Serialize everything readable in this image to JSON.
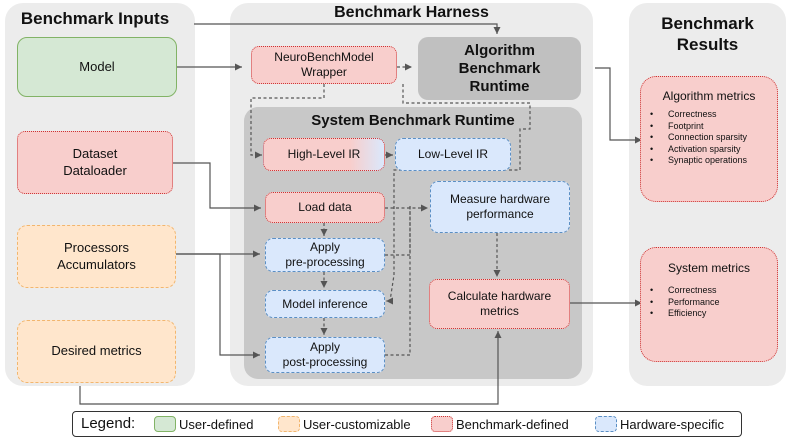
{
  "panels": {
    "inputs_title": "Benchmark Inputs",
    "harness_title": "Benchmark Harness",
    "results_title_line1": "Benchmark",
    "results_title_line2": "Results",
    "system_runtime_title": "System Benchmark Runtime"
  },
  "inputs": {
    "model": "Model",
    "dataset_line1": "Dataset",
    "dataset_line2": "Dataloader",
    "processors_line1": "Processors",
    "processors_line2": "Accumulators",
    "desired_metrics": "Desired metrics"
  },
  "harness": {
    "wrapper_line1": "NeuroBenchModel",
    "wrapper_line2": "Wrapper",
    "algo_runtime_line1": "Algorithm",
    "algo_runtime_line2": "Benchmark",
    "algo_runtime_line3": "Runtime",
    "high_level_ir": "High-Level IR",
    "low_level_ir": "Low-Level IR",
    "load_data": "Load data",
    "preproc_line1": "Apply",
    "preproc_line2": "pre-processing",
    "model_inference": "Model inference",
    "postproc_line1": "Apply",
    "postproc_line2": "post-processing",
    "measure_line1": "Measure hardware",
    "measure_line2": "performance",
    "calc_line1": "Calculate hardware",
    "calc_line2": "metrics"
  },
  "results": {
    "algorithm_metrics_title": "Algorithm metrics",
    "algorithm_metrics": [
      "Correctness",
      "Footprint",
      "Connection sparsity",
      "Activation sparsity",
      "Synaptic operations"
    ],
    "system_metrics_title": "System metrics",
    "system_metrics": [
      "Correctness",
      "Performance",
      "Efficiency"
    ]
  },
  "legend": {
    "label": "Legend:",
    "user_defined": "User-defined",
    "user_customizable": "User-customizable",
    "benchmark_defined": "Benchmark-defined",
    "hardware_specific": "Hardware-specific"
  },
  "colors": {
    "user_defined_fill": "#d5e8d4",
    "user_customizable_fill": "#ffe6cc",
    "benchmark_defined_fill": "#f8cecc",
    "hardware_specific_fill": "#dae8fc"
  }
}
